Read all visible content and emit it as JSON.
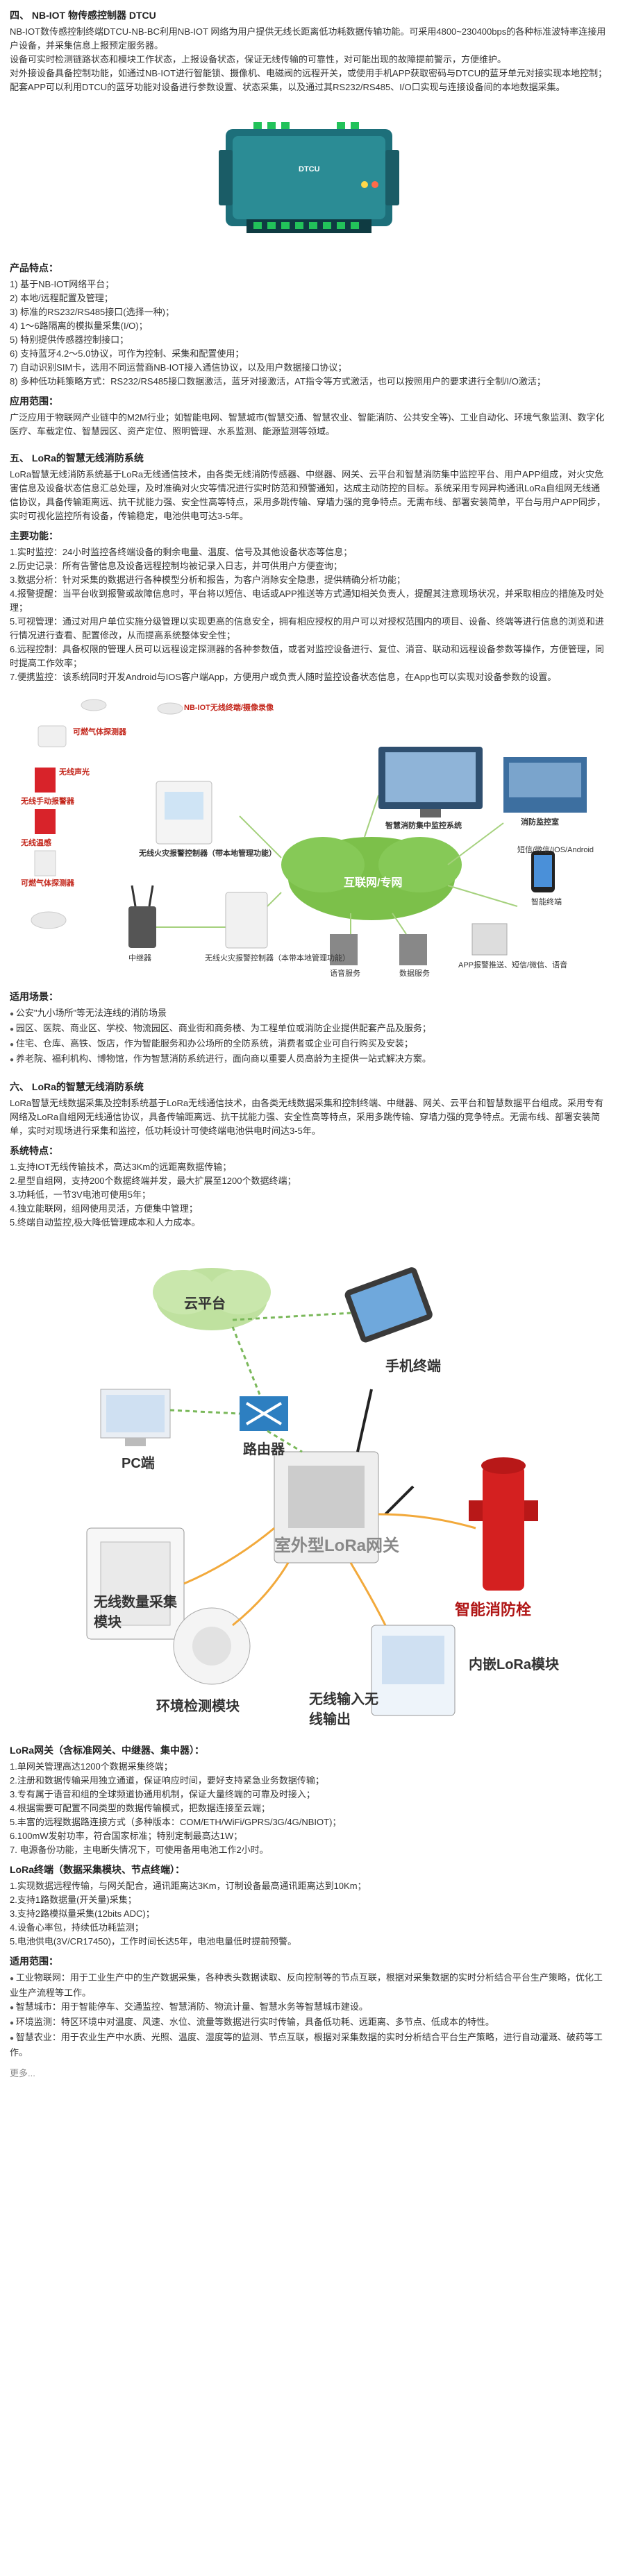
{
  "section4": {
    "title": "四、 NB-IOT 物传感控制器 DTCU",
    "para1": "NB-IOT数传感控制终端DTCU-NB-BC利用NB-IOT 网络为用户提供无线长距离低功耗数据传输功能。可采用4800~230400bps的各种标准波特率连接用户设备，并采集信息上报预定服务器。",
    "para2": "设备可实时检测链路状态和模块工作状态，上报设备状态，保证无线传输的可靠性，对可能出现的故障提前警示，方便维护。",
    "para3": "对外接设备具备控制功能，如通过NB-IOT进行智能锁、摄像机、电磁阀的远程开关，或使用手机APP获取密码与DTCU的蓝牙单元对接实现本地控制；",
    "para4": "配套APP可以利用DTCU的蓝牙功能对设备进行参数设置、状态采集，以及通过其RS232/RS485、I/O口实现与连接设备间的本地数据采集。",
    "device_label": "DTCU",
    "features_title": "产品特点：",
    "features": [
      "1) 基于NB-IOT网络平台；",
      "2) 本地/远程配置及管理；",
      "3) 标准的RS232/RS485接口(选择一种)；",
      "4) 1～6路隔离的模拟量采集(I/O)；",
      "5) 特别提供传感器控制接口；",
      "6) 支持蓝牙4.2～5.0协议，可作为控制、采集和配置使用；",
      "7) 自动识别SIM卡，选用不同运营商NB-IOT接入通信协议，以及用户数据接口协议；",
      "8) 多种低功耗策略方式：RS232/RS485接口数据激活，蓝牙对接激活，AT指令等方式激活，也可以按照用户的要求进行全制/I/O激活；"
    ],
    "apps_title": "应用范围：",
    "apps": "广泛应用于物联网产业链中的M2M行业；如智能电网、智慧城市(智慧交通、智慧农业、智能消防、公共安全等)、工业自动化、环境气象监测、数字化医疗、车载定位、智慧园区、资产定位、照明管理、水系监测、能源监测等领域。"
  },
  "section5": {
    "title": "五、 LoRa的智慧无线消防系统",
    "intro": "LoRa智慧无线消防系统基于LoRa无线通信技术，由各类无线消防传感器、中继器、网关、云平台和智慧消防集中监控平台、用户APP组成，对火灾危害信息及设备状态信息汇总处理，及时准确对火灾等情况进行实时防范和预警通知，达成主动防控的目标。系统采用专网异构通讯LoRa自组网无线通信协议，具备传输距离远、抗干扰能力强、安全性高等特点，采用多跳传输、穿墙力强的竞争特点。无需布线、部署安装简单，平台与用户APP同步，实时可视化监控所有设备，传输稳定，电池供电可达3-5年。",
    "functions_title": "主要功能：",
    "functions": [
      "1.实时监控：24小时监控各终端设备的剩余电量、温度、信号及其他设备状态等信息；",
      "2.历史记录：所有告警信息及设备远程控制均被记录入日志，并可供用户方便查询；",
      "3.数据分析：针对采集的数据进行各种模型分析和报告，为客户消除安全隐患，提供精确分析功能；",
      "4.报警提醒：当平台收到报警或故障信息时，平台将以短信、电话或APP推送等方式通知相关负责人，提醒其注意现场状况，并采取相应的措施及时处理；",
      "5.可视管理：通过对用户单位实施分级管理以实现更高的信息安全，拥有相应授权的用户可以对授权范围内的项目、设备、终端等进行信息的浏览和进行情况进行查看、配置修改，从而提高系统整体安全性；",
      "6.远程控制：具备权限的管理人员可以远程设定探测器的各种参数值，或者对监控设备进行、复位、消音、联动和远程设备参数等操作，方便管理，同时提高工作效率；",
      "7.便携监控：该系统同时开发Android与IOS客户端App，方便用户或负责人随时监控设备状态信息，在App也可以实现对设备参数的设置。"
    ],
    "diagram": {
      "labels": [
        "可燃气体探测器",
        "NB-IOT无线终端/摄像录像",
        "无线声光",
        "无线手动报警器",
        "无线温感",
        "可燃气体探测器",
        "无线火灾报警控制器（带本地管理功能）",
        "智慧消防集中监控系统",
        "消防监控室",
        "智能终端",
        "互联网/专网",
        "中继器",
        "无线火灾报警控制器（本带本地管理功能）",
        "语音服务",
        "数据服务",
        "APP报警推送、短信/微信、语音",
        "短信/微信/IOS/Android"
      ]
    },
    "scenes_title": "适用场景：",
    "scenes": [
      "公安\"九小场所\"等无法连线的消防场景",
      "园区、医院、商业区、学校、物流园区、商业街和商务楼、为工程单位或消防企业提供配套产品及服务；",
      "住宅、仓库、高铁、饭店，作为智能服务和办公场所的全防系统，消费者或企业可自行购买及安装；",
      "养老院、福利机构、博物馆，作为智慧消防系统进行，面向商以重要人员高龄为主提供一站式解决方案。"
    ]
  },
  "section6": {
    "title": "六、 LoRa的智慧无线消防系统",
    "intro": "LoRa智慧无线数据采集及控制系统基于LoRa无线通信技术，由各类无线数据采集和控制终端、中继器、网关、云平台和智慧数据平台组成。采用专有网络及LoRa自组网无线通信协议，具备传输距离远、抗干扰能力强、安全性高等特点，采用多跳传输、穿墙力强的竞争特点。无需布线、部署安装简单，实时对现场进行采集和监控，低功耗设计可使终端电池供电时间达3-5年。",
    "features_title": "系统特点：",
    "features": [
      "1.支持IOT无线传输技术，高达3Km的远距离数据传输；",
      "2.星型自组网，支持200个数据终端并发，最大扩展至1200个数据终端；",
      "3.功耗低，一节3V电池可使用5年；",
      "4.独立能联网，组网使用灵活，方便集中管理；",
      "5.终端自动监控,极大降低管理成本和人力成本。"
    ],
    "diagram": {
      "cloud": "云平台",
      "phone": "手机终端",
      "pc": "PC端",
      "router": "路由器",
      "gateway": "室外型LoRa网关",
      "hydrant": "智能消防栓",
      "switch": "无线数量采集模块",
      "env": "环境检测模块",
      "wall": "无线输入无线输出",
      "embed": "内嵌LoRa模块"
    }
  },
  "section7": {
    "gateway_title": "LoRa网关（含标准网关、中继器、集中器）：",
    "gateway_items": [
      "1.单网关管理高达1200个数据采集终端；",
      "2.注册和数据传输采用独立通道，保证响应时间，要好支持紧急业务数据传输；",
      "3.专有属于语音和组的全球频道协通用机制，保证大量终端的可靠及时接入；",
      "4.根据需要可配置不同类型的数据传输模式，把数据连接至云端；",
      "5.丰富的远程数据路连接方式（多种版本：COM/ETH/WiFi/GPRS/3G/4G/NBIOT)；",
      "6.100mW发射功率，符合国家标准；特别定制最高达1W；",
      "7. 电源备份功能，主电断失情况下，可使用备用电池工作2小时。"
    ],
    "terminal_title": "LoRa终端（数据采集模块、节点终端）：",
    "terminal_items": [
      "1.实现数据远程传输，与网关配合，通讯距离达3Km，订制设备最高通讯距离达到10Km；",
      "2.支持1路数据量(开关量)采集；",
      "3.支持2路模拟量采集(12bits ADC)；",
      "4.设备心率包，持续低功耗监测；",
      "5.电池供电(3V/CR17450)，工作时间长达5年，电池电量低时提前预警。"
    ],
    "scenes_title": "适用范围：",
    "scenes": [
      "工业物联网：用于工业生产中的生产数据采集，各种表头数据读取、反向控制等的节点互联，根据对采集数据的实时分析结合平台生产策略，优化工业生产流程等工作。",
      "智慧城市：用于智能停车、交通监控、智慧消防、物流计量、智慧水务等智慧城市建设。",
      "环境监测：特区环境中对温度、风速、水位、流量等数据进行实时传输，具备低功耗、远距离、多节点、低成本的特性。",
      "智慧农业：用于农业生产中水质、光照、温度、湿度等的监测、节点互联，根据对采集数据的实时分析结合平台生产策略，进行自动灌溉、破药等工作。"
    ],
    "footer": "更多..."
  }
}
